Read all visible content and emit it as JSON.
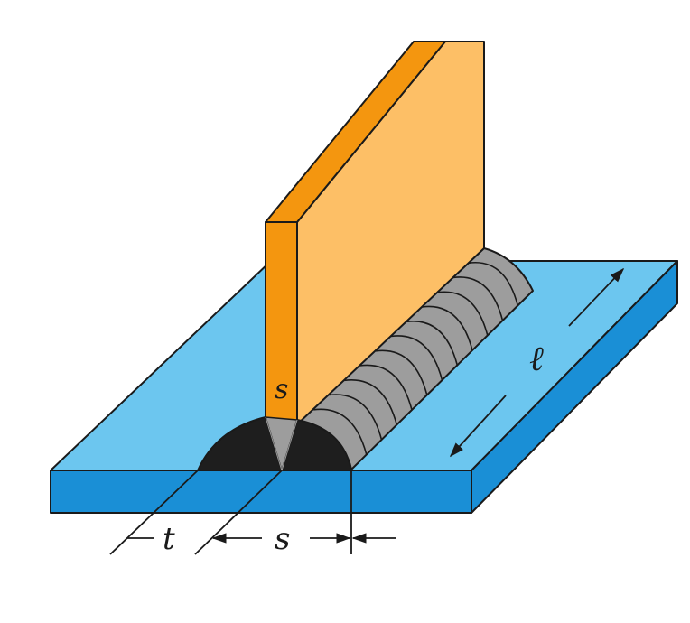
{
  "diagram": {
    "labels": {
      "plate_thickness_on_face": "s",
      "throat": "t",
      "plate_thickness_dim": "s",
      "weld_length": "ℓ"
    },
    "colors": {
      "base_plate_top": "#6cc6ef",
      "base_plate_front": "#1a8fd6",
      "base_plate_side": "#1a8fd6",
      "upright_face": "#fdbf66",
      "upright_edge": "#f4960f",
      "weld_bead": "#9d9d9d",
      "weld_section": "#1e1e1e",
      "outline": "#1a1a1a"
    }
  }
}
